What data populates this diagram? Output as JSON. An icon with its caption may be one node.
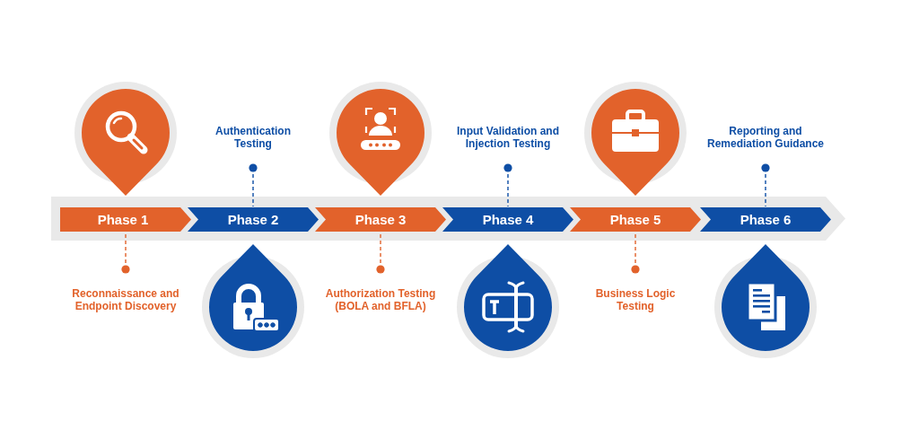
{
  "diagram": {
    "nodes": [
      {
        "text": [
          "Phase 1"
        ]
      },
      {
        "text": [
          "Phase 2"
        ]
      },
      {
        "text": [
          "Phase 3"
        ]
      },
      {
        "text": [
          "Phase 4"
        ]
      },
      {
        "text": [
          "Phase 5"
        ]
      },
      {
        "text": [
          "Phase 6"
        ]
      },
      {
        "text": [
          "Reconnaissance and Endpoint Discovery"
        ]
      },
      {
        "text": [
          "Authentication Testing"
        ]
      },
      {
        "text": [
          "Authorization Testing (BOLA and BFLA)"
        ]
      },
      {
        "text": [
          "Input Validation and Injection Testing"
        ]
      },
      {
        "text": [
          "Business Logic Testing"
        ]
      },
      {
        "text": [
          "Reporting and Remediation Guidance"
        ]
      }
    ],
    "edges": [
      {
        "from": 6,
        "to": 0,
        "arrow": "other",
        "style": "dashed",
        "color": "#e2622b"
      },
      {
        "from": 7,
        "to": 1,
        "arrow": "other",
        "style": "dashed",
        "color": "#0e4ea5"
      },
      {
        "from": 8,
        "to": 2,
        "arrow": "other",
        "style": "dashed",
        "color": "#e2622b"
      },
      {
        "from": 9,
        "to": 3,
        "arrow": "other",
        "style": "dashed",
        "color": "#0e4ea5"
      },
      {
        "from": 10,
        "to": 4,
        "arrow": "other",
        "style": "dashed",
        "color": "#e2622b"
      },
      {
        "from": 11,
        "to": 5,
        "arrow": "other",
        "style": "dashed",
        "color": "#0e4ea5"
      }
    ]
  }
}
